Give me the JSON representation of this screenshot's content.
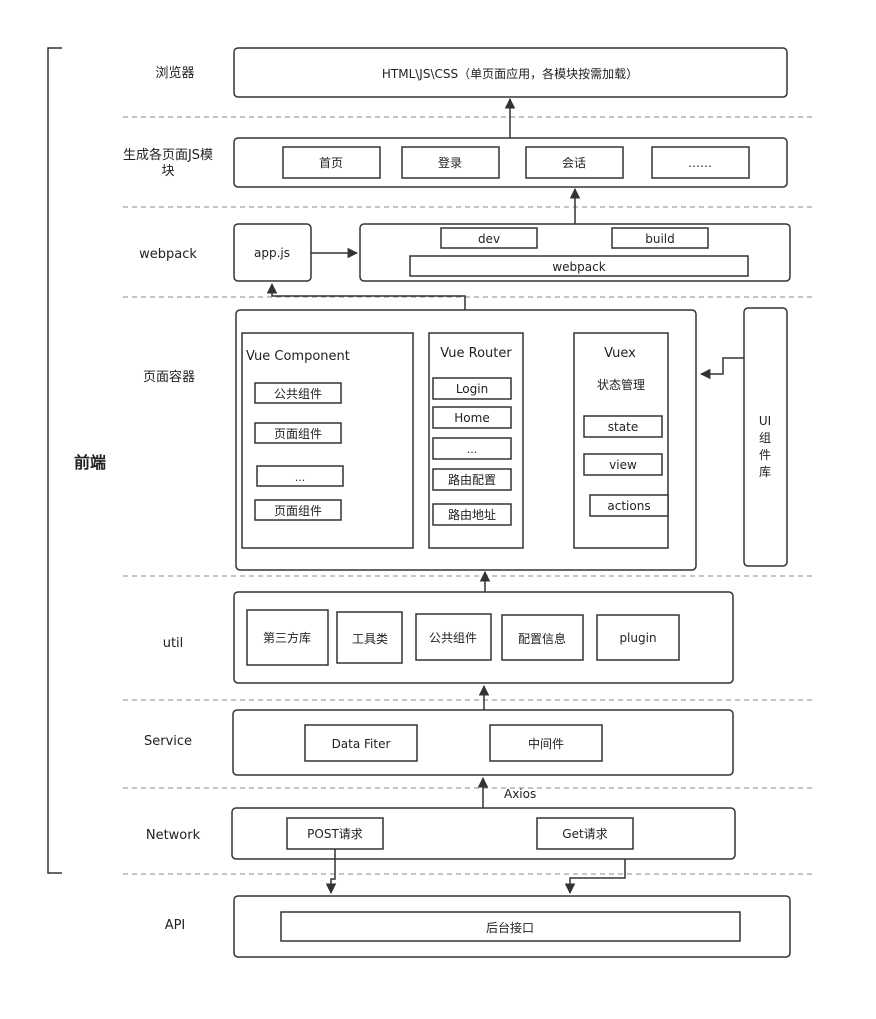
{
  "side_label": "前端",
  "layers": {
    "browser": "浏览器",
    "modules": "生成各页面JS模块",
    "webpack": "webpack",
    "container": "页面容器",
    "util": "util",
    "service": "Service",
    "network": "Network",
    "api": "API"
  },
  "browser_box": "HTML\\JS\\CSS（单页面应用，各模块按需加载）",
  "page_modules": [
    "首页",
    "登录",
    "会话",
    "……"
  ],
  "webpack_row": {
    "entry": "app.js",
    "dev": "dev",
    "build": "build",
    "bundler": "webpack"
  },
  "container": {
    "component": {
      "title": "Vue Component",
      "items": [
        "公共组件",
        "页面组件",
        "...",
        "页面组件"
      ]
    },
    "router": {
      "title": "Vue Router",
      "items": [
        "Login",
        "Home",
        "...",
        "路由配置",
        "路由地址"
      ]
    },
    "vuex": {
      "title": "Vuex",
      "subtitle": "状态管理",
      "items": [
        "state",
        "view",
        "actions"
      ]
    },
    "ui_lib": [
      "UI",
      "组",
      "件",
      "库"
    ]
  },
  "util_items": [
    "第三方库",
    "工具类",
    "公共组件",
    "配置信息",
    "plugin"
  ],
  "service_items": [
    "Data Fiter",
    "中间件"
  ],
  "axios_label": "Axios",
  "network_items": [
    "POST请求",
    "Get请求"
  ],
  "api_box": "后台接口"
}
